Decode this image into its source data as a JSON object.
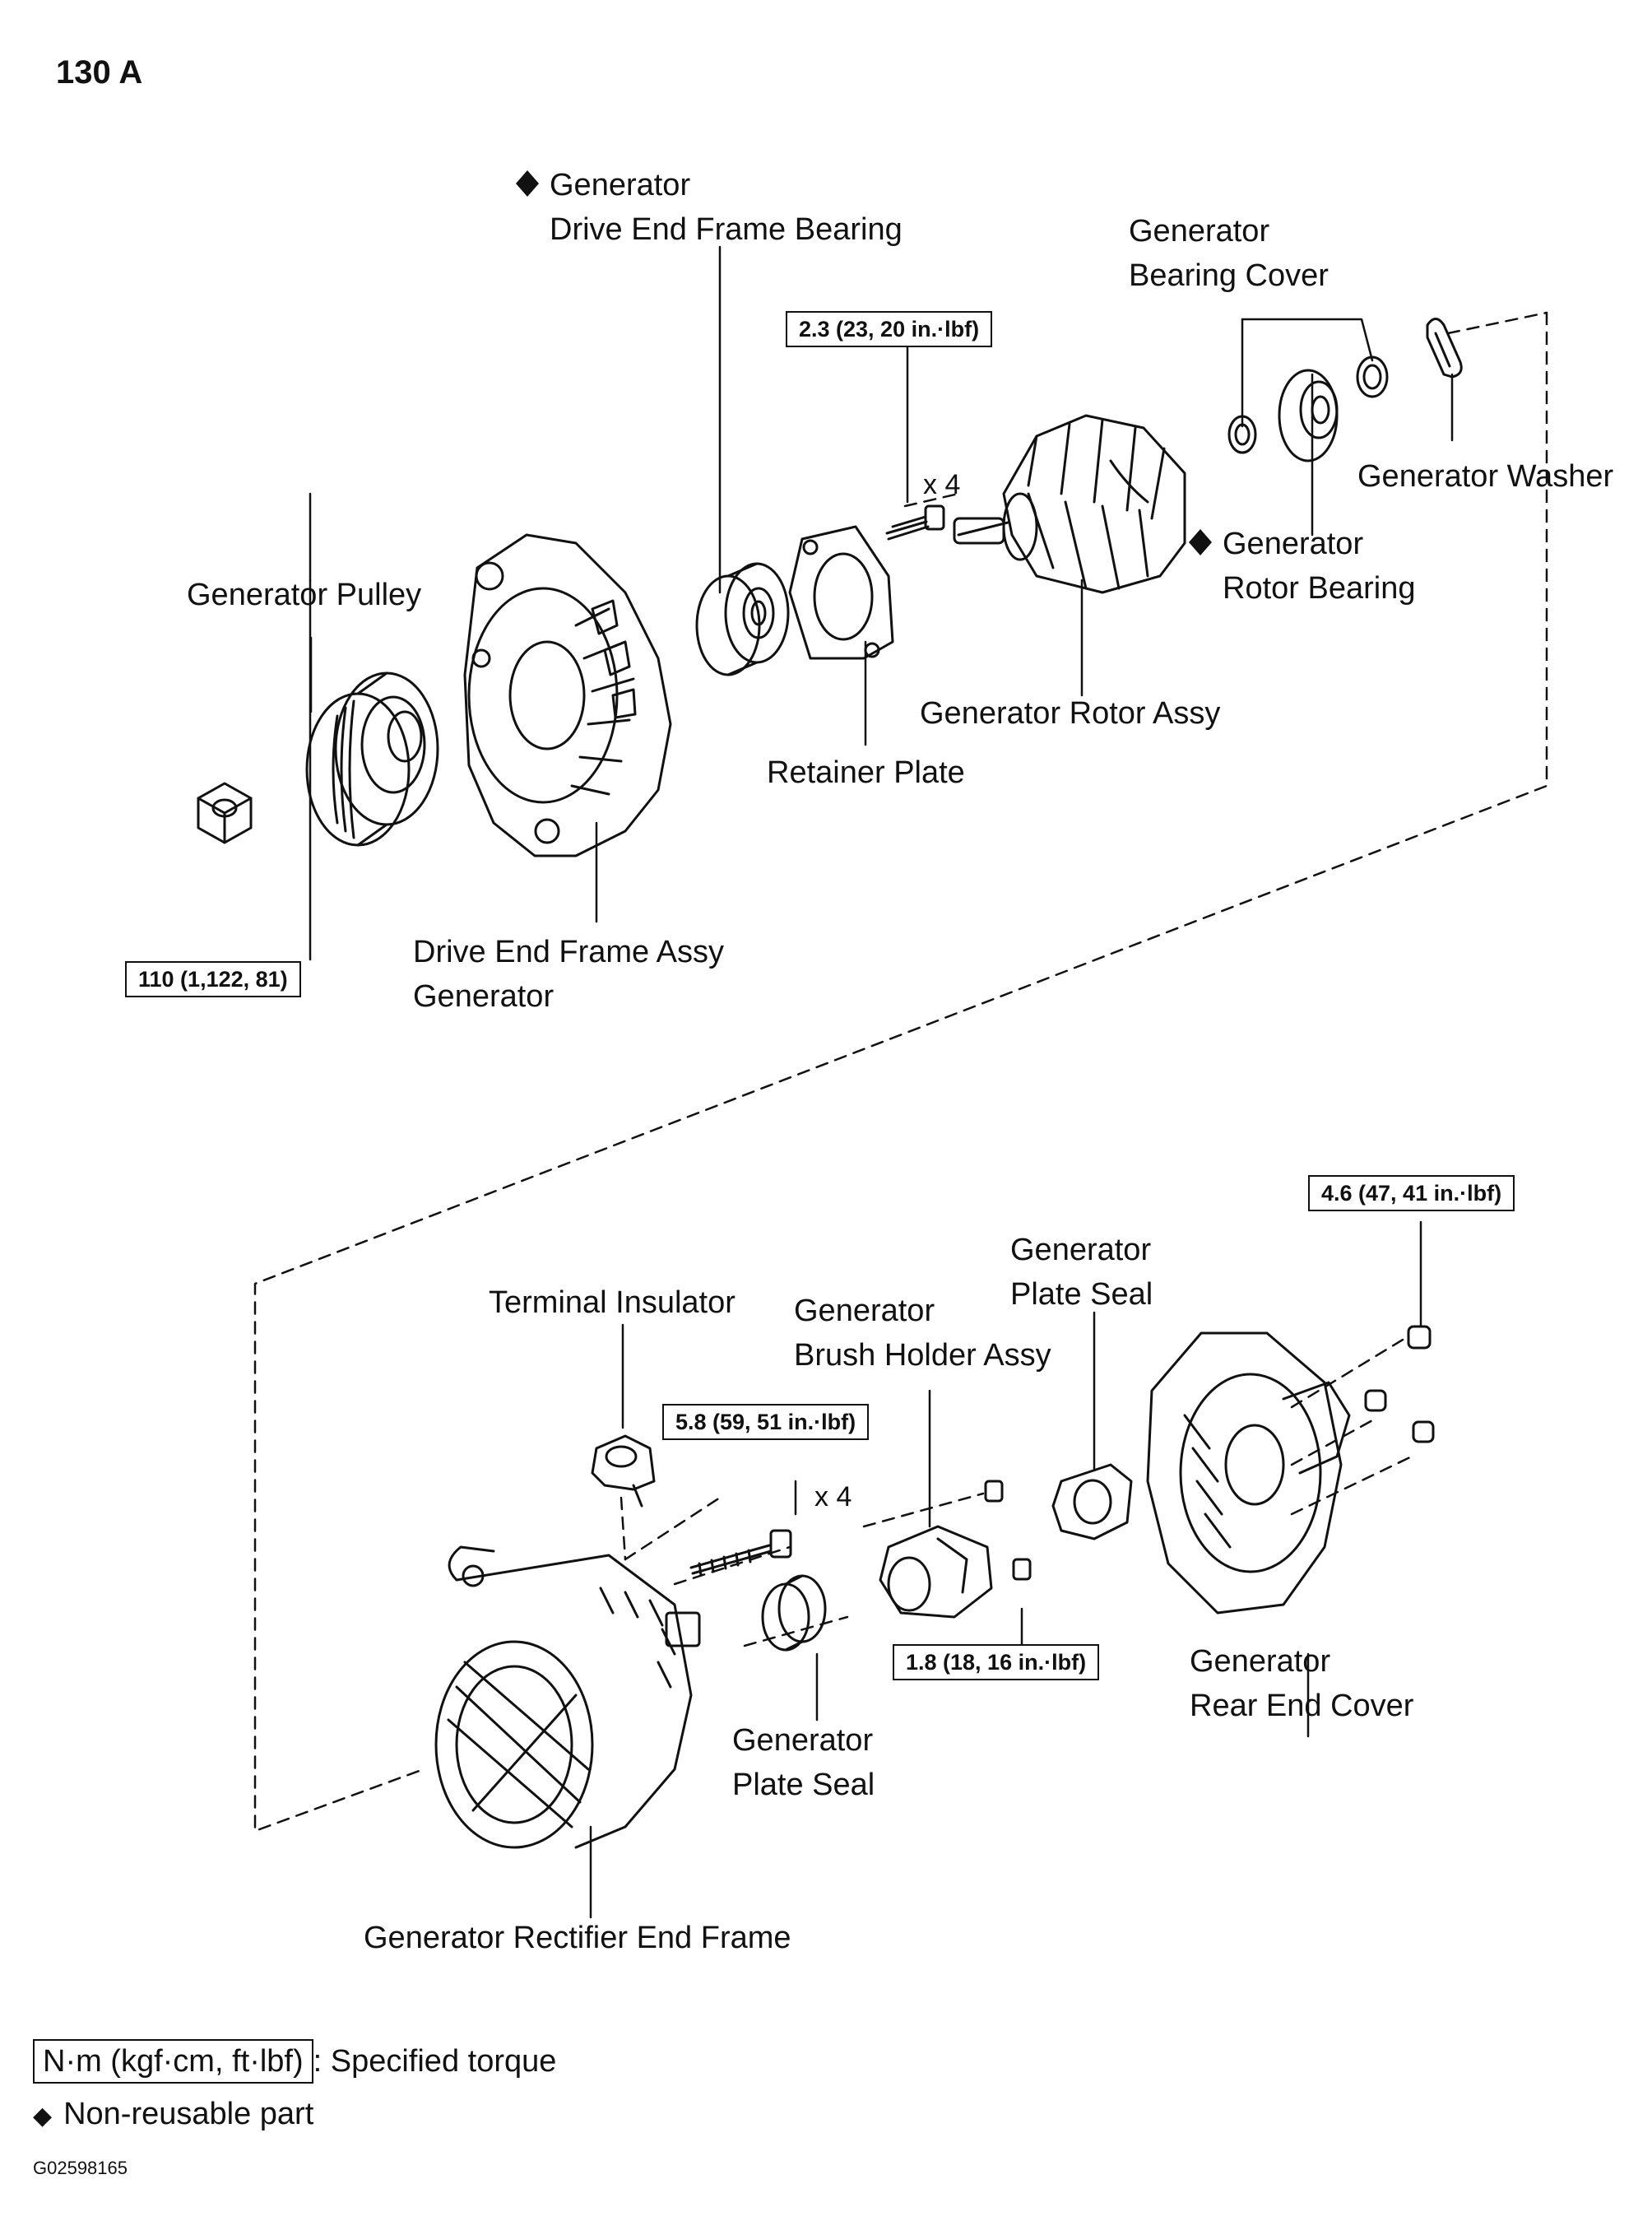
{
  "title": "130 A",
  "labels": {
    "drive_end_bearing": {
      "l1": "Generator",
      "l2": "Drive End Frame Bearing",
      "marked": true
    },
    "bearing_cover": {
      "l1": "Generator",
      "l2": "Bearing Cover"
    },
    "washer": {
      "l1": "Generator Washer"
    },
    "rotor_bearing": {
      "l1": "Generator",
      "l2": "Rotor Bearing",
      "marked": true
    },
    "pulley": {
      "l1": "Generator Pulley"
    },
    "rotor_assy": {
      "l1": "Generator Rotor Assy"
    },
    "retainer_plate": {
      "l1": "Retainer Plate"
    },
    "drive_end_frame": {
      "l1": "Drive End Frame Assy",
      "l2": "Generator"
    },
    "terminal_insulator": {
      "l1": "Terminal Insulator"
    },
    "brush_holder": {
      "l1": "Generator",
      "l2": "Brush Holder Assy"
    },
    "plate_seal_upper": {
      "l1": "Generator",
      "l2": "Plate Seal"
    },
    "plate_seal_lower": {
      "l1": "Generator",
      "l2": "Plate Seal"
    },
    "rear_end_cover": {
      "l1": "Generator",
      "l2": "Rear End Cover"
    },
    "rectifier_end_frame": {
      "l1": "Generator Rectifier End Frame"
    }
  },
  "torques": {
    "retainer_bolt": "2.3 (23, 20 in.·lbf)",
    "pulley_nut": "110 (1,122, 81)",
    "rear_cover_nut": "4.6 (47, 41 in.·lbf)",
    "through_bolt": "5.8 (59, 51 in.·lbf)",
    "brush_screw": "1.8 (18, 16 in.·lbf)"
  },
  "quantities": {
    "retainer_bolts": "x 4",
    "through_bolts": "x 4"
  },
  "legend": {
    "torque_unit": "N·m (kgf·cm, ft·lbf)",
    "torque_text": ": Specified torque",
    "nonreusable_symbol": "◆",
    "nonreusable_text": "Non-reusable part"
  },
  "figure_code": "G02598165"
}
